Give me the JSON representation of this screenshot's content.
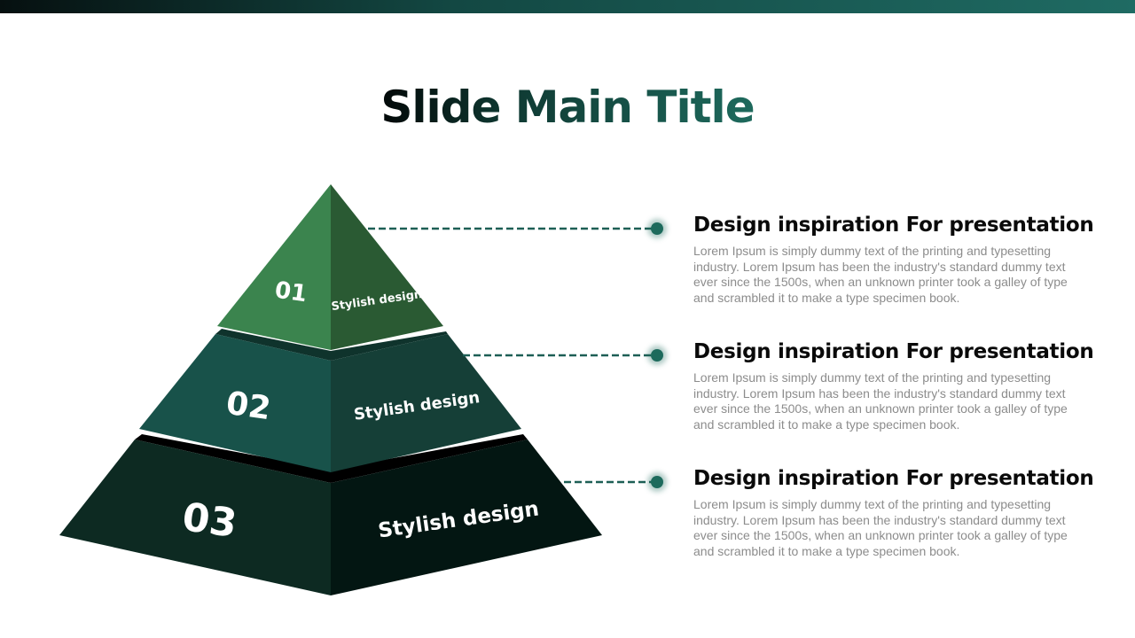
{
  "title": "Slide Main Title",
  "colors": {
    "accent": "#1d6a5c",
    "tier1_left": "#3b844e",
    "tier1_right": "#2a5a33",
    "tier2_left": "#18524a",
    "tier2_right": "#153f37",
    "tier3_left": "#0d2a22",
    "tier3_right": "#031612"
  },
  "pyramid": [
    {
      "number": "01",
      "label": "Stylish design"
    },
    {
      "number": "02",
      "label": "Stylish design"
    },
    {
      "number": "03",
      "label": "Stylish design"
    }
  ],
  "items": [
    {
      "heading": "Design inspiration For presentation",
      "body": "Lorem Ipsum is simply dummy text of the printing and typesetting industry. Lorem Ipsum has been the industry's standard dummy text ever since the 1500s, when an unknown printer took a galley of type and scrambled it to make a type specimen book."
    },
    {
      "heading": "Design inspiration For presentation",
      "body": "Lorem Ipsum is simply dummy text of the printing and typesetting industry. Lorem Ipsum has been the industry's standard dummy text ever since the 1500s, when an unknown printer took a galley of type and scrambled it to make a type specimen book."
    },
    {
      "heading": "Design inspiration For presentation",
      "body": "Lorem Ipsum is simply dummy text of the printing and typesetting industry. Lorem Ipsum has been the industry's standard dummy text ever since the 1500s, when an unknown printer took a galley of type and scrambled it to make a type specimen book."
    }
  ]
}
